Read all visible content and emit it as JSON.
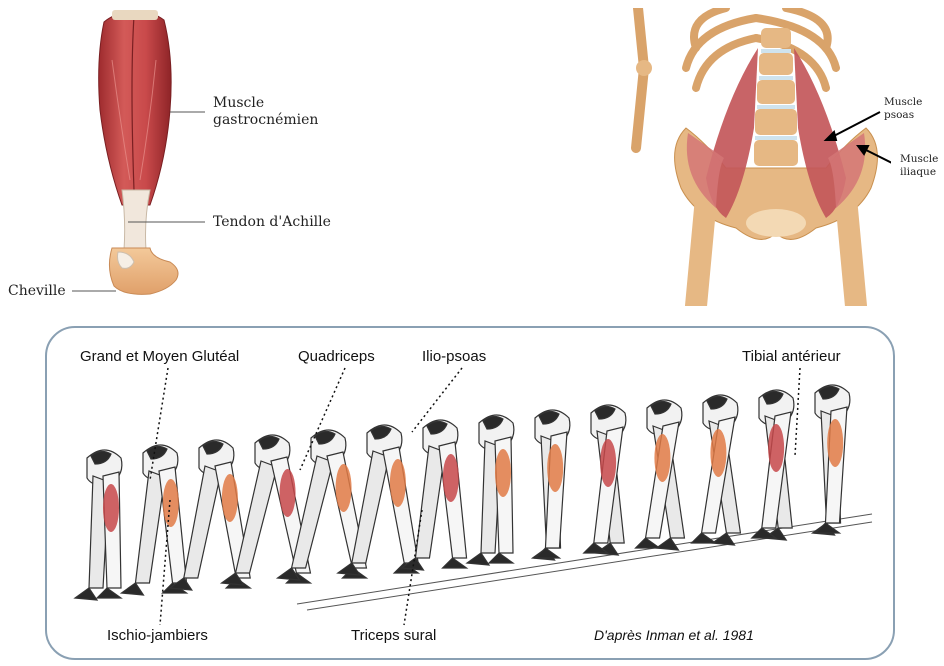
{
  "calf": {
    "labels": {
      "gastrocnemius_line1": "Muscle",
      "gastrocnemius_line2": "gastrocnémien",
      "achilles": "Tendon d'Achille",
      "ankle": "Cheville"
    }
  },
  "pelvis": {
    "labels": {
      "psoas_line1": "Muscle",
      "psoas_line2": "psoas",
      "iliac_line1": "Muscle",
      "iliac_line2": "iliaque"
    }
  },
  "gait": {
    "labels": {
      "gluteal": "Grand et Moyen Glutéal",
      "quadriceps": "Quadriceps",
      "iliopsoas": "Ilio-psoas",
      "tibialis": "Tibial antérieur",
      "hamstrings": "Ischio-jambiers",
      "triceps": "Triceps sural"
    },
    "credit": "D'après Inman et al. 1981"
  },
  "colors": {
    "muscle_red": "#c7484a",
    "muscle_orange": "#e07a45",
    "bone": "#e6b884",
    "border": "#8aa0b3"
  }
}
